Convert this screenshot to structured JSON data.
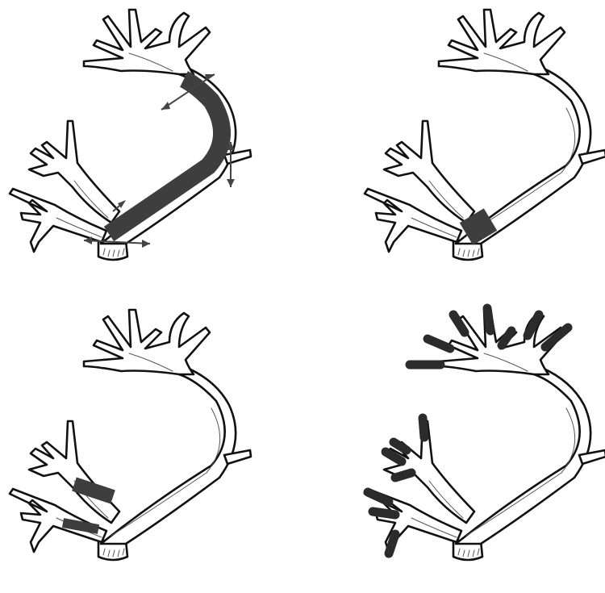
{
  "figure": {
    "panels": [
      {
        "id": "top-left",
        "highlight": "main-beam-shaded-with-growth-arrows"
      },
      {
        "id": "top-right",
        "highlight": "beam-base-band"
      },
      {
        "id": "bottom-left",
        "highlight": "brow-and-bez-tine-bands"
      },
      {
        "id": "bottom-right",
        "highlight": "tine-tips"
      }
    ],
    "colors": {
      "outline": "#111111",
      "shading": "#3e3e3e",
      "arrows": "#444444",
      "background": "#ffffff"
    }
  }
}
